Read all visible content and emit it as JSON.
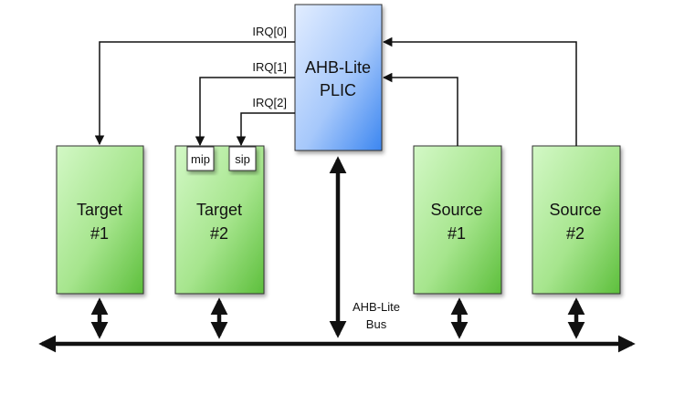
{
  "plic": {
    "line1": "AHB-Lite",
    "line2": "PLIC"
  },
  "targets": [
    {
      "line1": "Target",
      "line2": "#1"
    },
    {
      "line1": "Target",
      "line2": "#2"
    }
  ],
  "sources": [
    {
      "line1": "Source",
      "line2": "#1"
    },
    {
      "line1": "Source",
      "line2": "#2"
    }
  ],
  "registers": {
    "mip": "mip",
    "sip": "sip"
  },
  "irq_lines": [
    "IRQ[0]",
    "IRQ[1]",
    "IRQ[2]"
  ],
  "bus": {
    "line1": "AHB-Lite",
    "line2": "Bus"
  },
  "colors": {
    "green_light": "#d2f7c6",
    "green_dark": "#5cbf3c",
    "blue_light": "#dbe8ff",
    "blue_dark": "#3a86f0",
    "line": "#111111"
  }
}
